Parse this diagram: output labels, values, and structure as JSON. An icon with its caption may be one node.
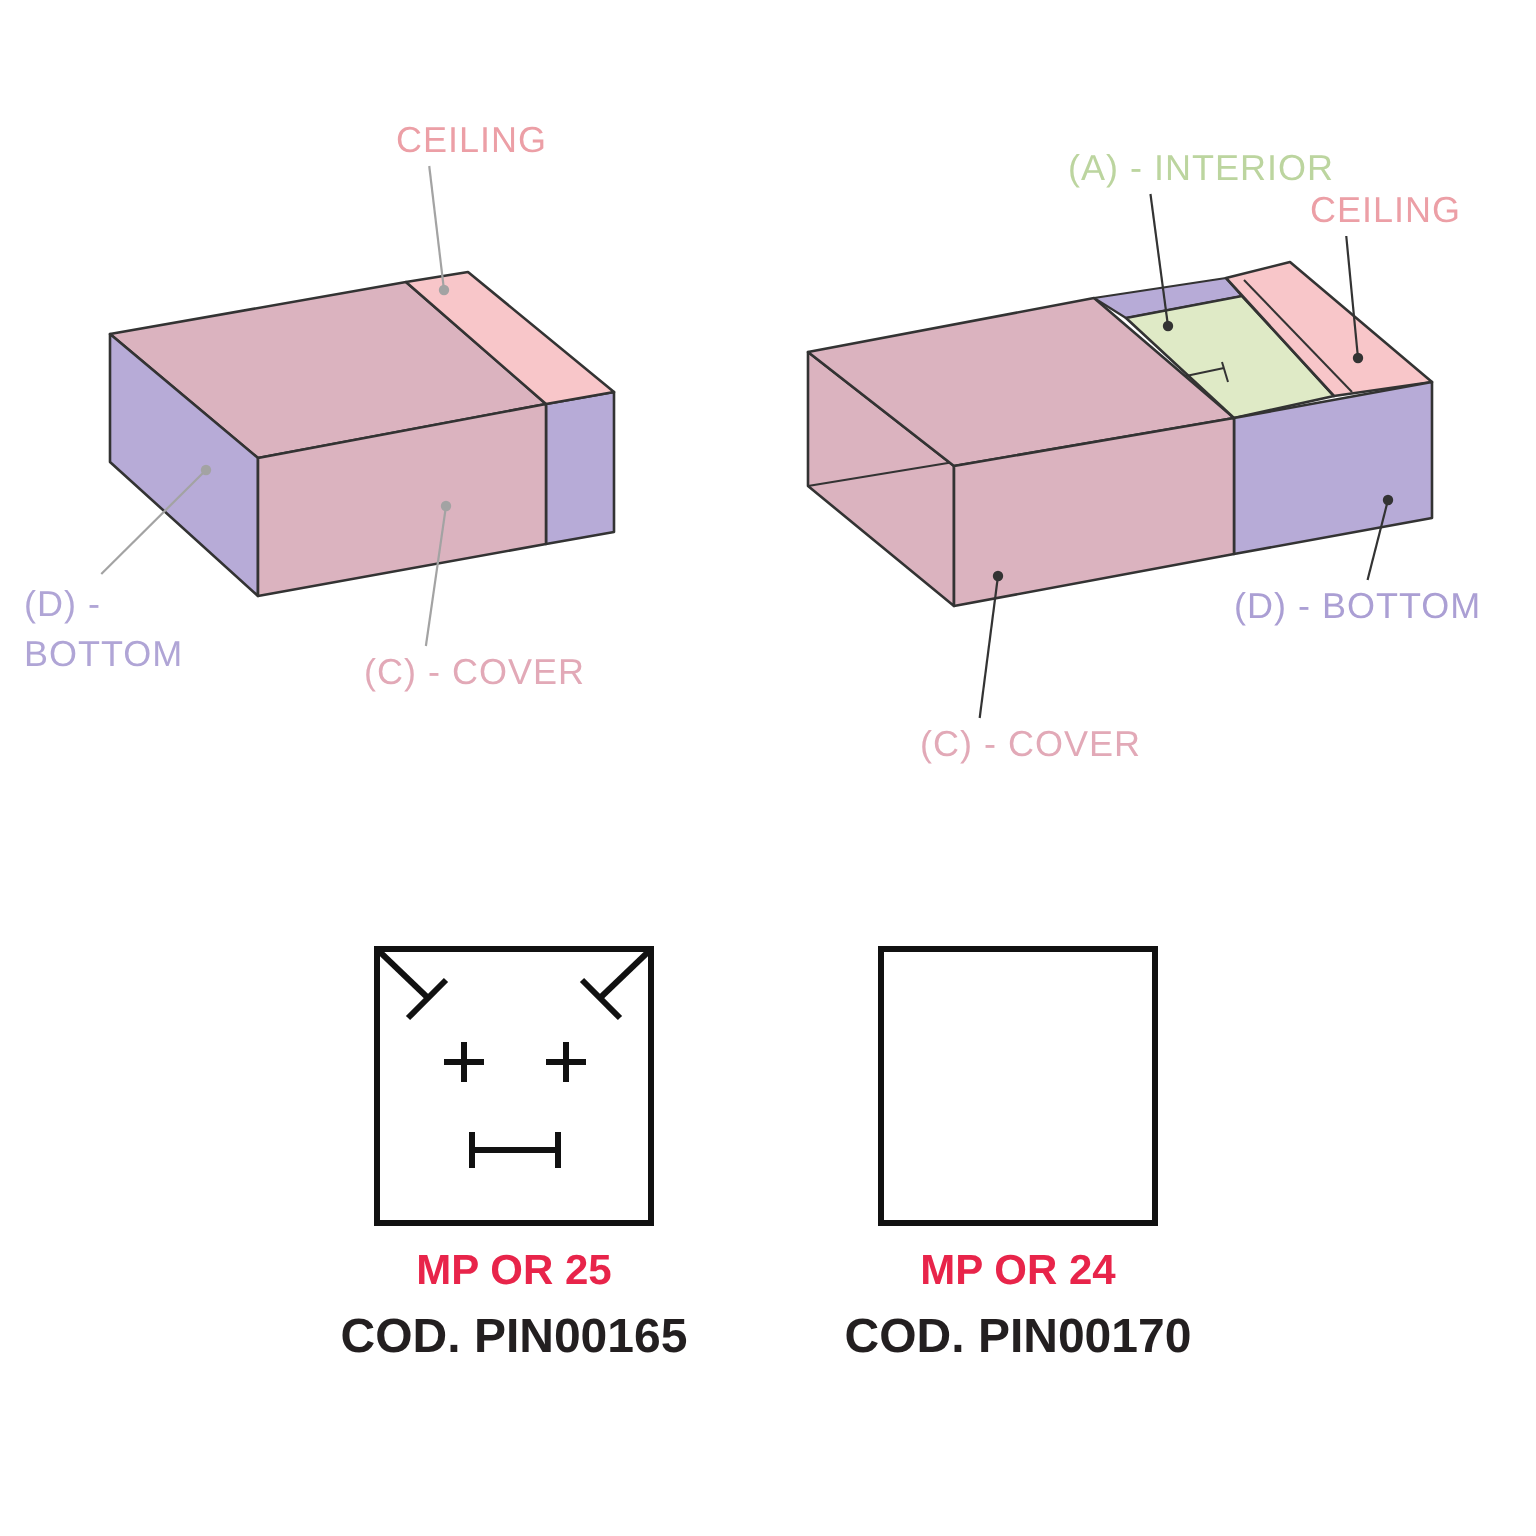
{
  "diagram": {
    "nodes": [
      {
        "text": [
          "CEILING"
        ]
      },
      {
        "text": [
          "(D) - BOTTOM"
        ]
      },
      {
        "text": [
          "(C) - COVER"
        ]
      },
      {
        "text": [],
        "shape": "box"
      },
      {
        "text": [],
        "shape": "box"
      },
      {
        "text": [],
        "shape": "box"
      },
      {
        "text": [
          "(A) - INTERIOR"
        ]
      },
      {
        "text": [
          "CEILING"
        ]
      },
      {
        "text": [
          "(D) - BOTTOM"
        ]
      },
      {
        "text": [
          "(C) - COVER"
        ]
      },
      {
        "text": [],
        "shape": "box"
      },
      {
        "text": [],
        "shape": "box"
      },
      {
        "text": [],
        "shape": "box"
      },
      {
        "text": [],
        "shape": "box"
      },
      {
        "text": [],
        "shape": "box",
        "beside": [
          "MP OR 25",
          "COD. PIN00165"
        ]
      },
      {
        "text": [],
        "shape": "box",
        "beside": [
          "MP OR 24",
          "COD. PIN00170"
        ]
      }
    ],
    "edges": [
      {
        "from": 0,
        "to": 3,
        "arrow": "other",
        "color": "#a3a3a3"
      },
      {
        "from": 1,
        "to": 4,
        "arrow": "other",
        "color": "#a3a3a3"
      },
      {
        "from": 2,
        "to": 5,
        "arrow": "other",
        "color": "#a3a3a3"
      },
      {
        "from": 6,
        "to": 10,
        "arrow": "other"
      },
      {
        "from": 7,
        "to": 11,
        "arrow": "other"
      },
      {
        "from": 8,
        "to": 12,
        "arrow": "other"
      },
      {
        "from": 9,
        "to": 13,
        "arrow": "other"
      }
    ]
  }
}
